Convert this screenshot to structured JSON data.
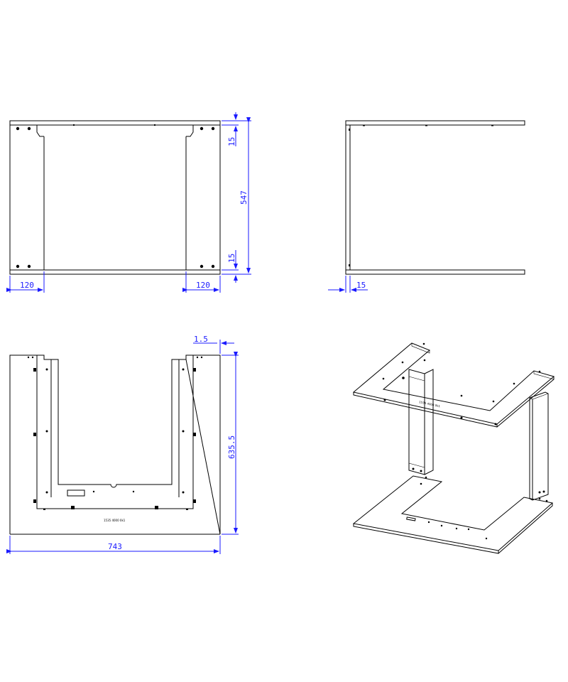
{
  "front_view": {
    "dim_left_width": "120",
    "dim_right_width": "120",
    "dim_top_thickness": "15",
    "dim_bottom_thickness": "15",
    "dim_height": "547"
  },
  "side_view": {
    "dim_thickness": "15"
  },
  "top_view": {
    "dim_offset": "1.5",
    "dim_depth": "635.5",
    "dim_width": "743",
    "part_number": "1535 4000 0k1"
  },
  "iso_view": {
    "part_number": "1535 4000 0k1"
  }
}
